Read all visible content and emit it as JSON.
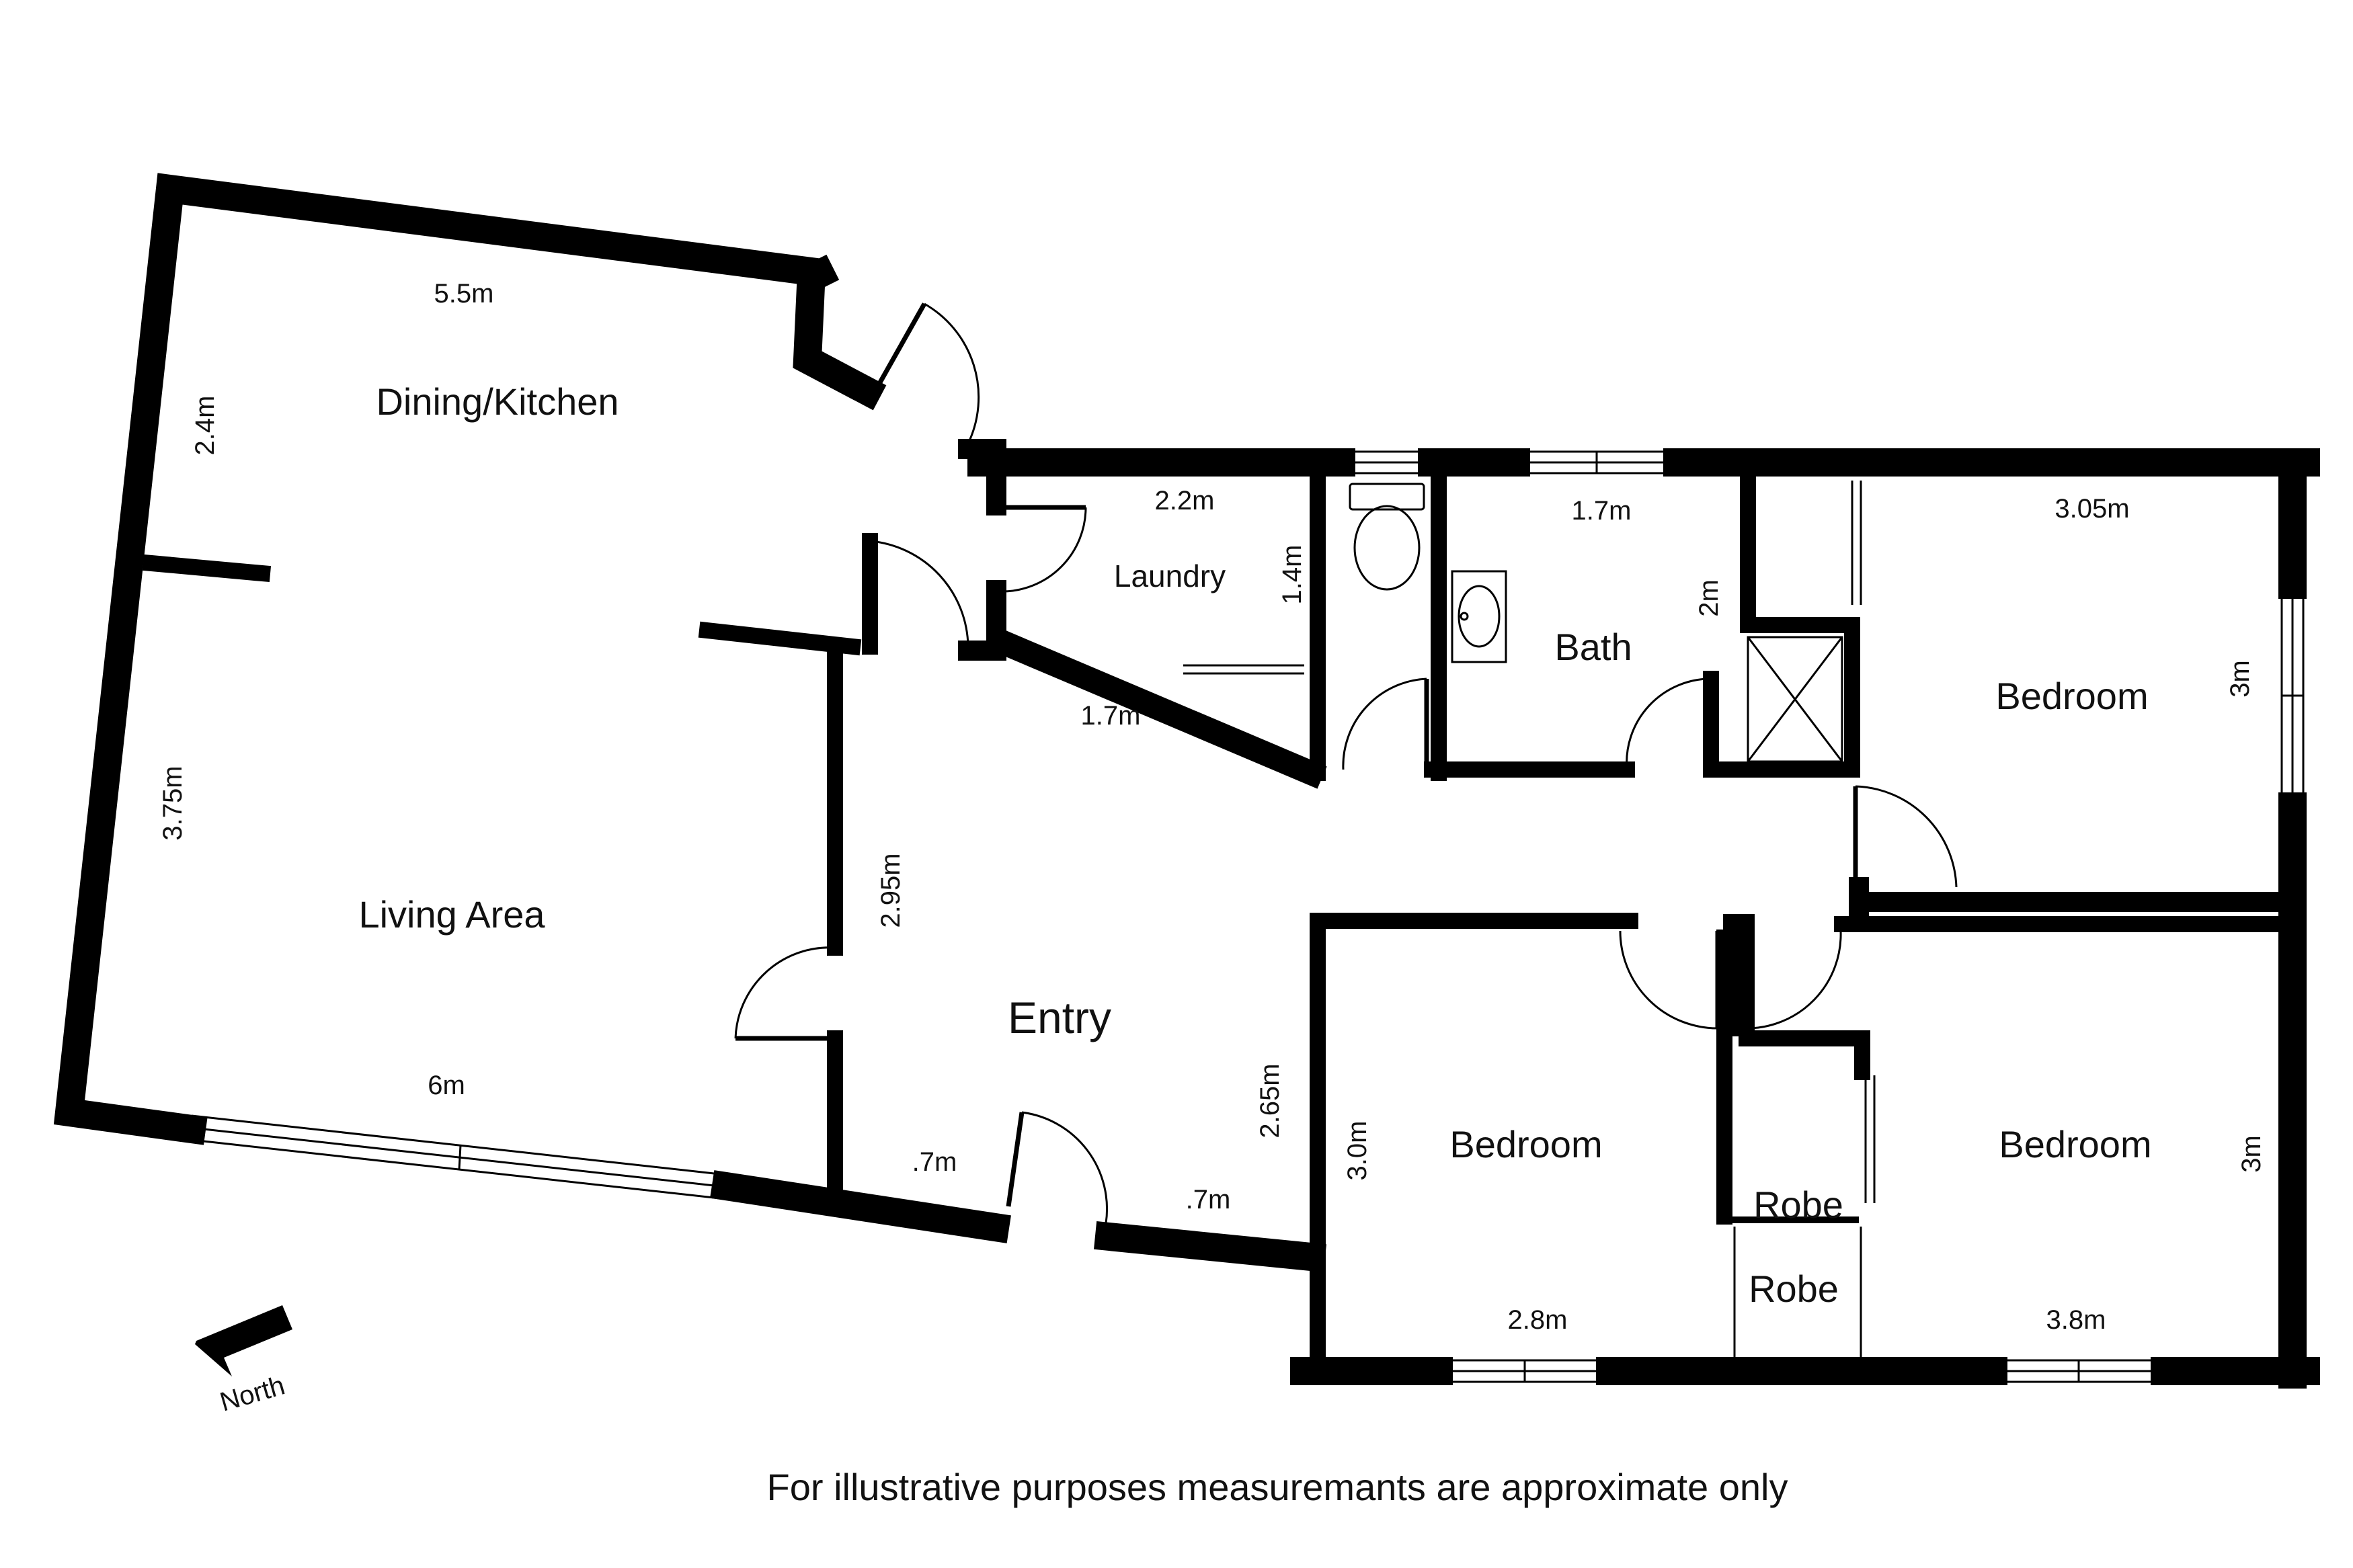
{
  "rooms": {
    "dining_kitchen": "Dining/Kitchen",
    "living": "Living Area",
    "laundry": "Laundry",
    "bath": "Bath",
    "entry": "Entry",
    "bedroom_ne": "Bedroom",
    "bedroom_sw": "Bedroom",
    "bedroom_se": "Bedroom",
    "robe_top": "Robe",
    "robe_bottom": "Robe"
  },
  "dimensions": {
    "dining_width": "5.5m",
    "dining_depth": "2.4m",
    "living_depth": "3.75m",
    "living_width": "6m",
    "laundry_width": "2.2m",
    "laundry_depth": "1.4m",
    "laundry_diag": "1.7m",
    "bath_width": "1.7m",
    "bath_depth": "2m",
    "bed_ne_width": "3.05m",
    "bed_ne_depth": "3m",
    "entry_depth_left": "2.95m",
    "entry_depth_right": "2.65m",
    "entry_left_seg": ".7m",
    "entry_right_seg": ".7m",
    "bed_sw_depth": "3.0m",
    "bed_sw_width": "2.8m",
    "bed_se_width": "3.8m",
    "bed_se_depth": "3m"
  },
  "compass": {
    "label": "North"
  },
  "disclaimer": "For illustrative purposes measuremants are approximate only"
}
